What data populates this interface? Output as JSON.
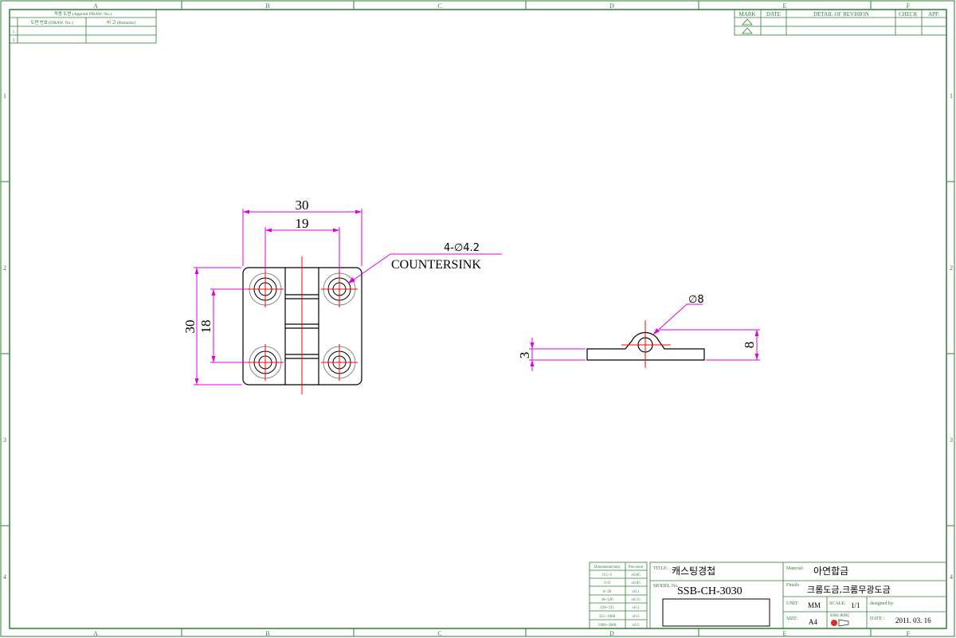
{
  "zones": {
    "cols": [
      "A",
      "B",
      "C",
      "D",
      "E",
      "F"
    ],
    "rows": [
      "1",
      "2",
      "3",
      "4"
    ]
  },
  "applied_table": {
    "header": "적용 도면 (Applied DRAW. No.)",
    "col_draw_no": "도면 번호 (DRAW. No.)",
    "col_remarks": "비 고 (Remarks)",
    "row_numbers": [
      "1",
      "2"
    ]
  },
  "revision_table": {
    "headers": [
      "MARK",
      "DATE",
      "DETAIL OF REVISION",
      "CHECK",
      "APP."
    ]
  },
  "drawing": {
    "front": {
      "dim_width_overall": "30",
      "dim_width_holes": "19",
      "dim_height_overall": "30",
      "dim_height_holes": "18",
      "hole_note_line1": "4-∅4.2",
      "hole_note_line2": "COUNTERSINK"
    },
    "side": {
      "dim_pin": "∅8",
      "dim_thickness": "3",
      "dim_height": "8"
    }
  },
  "tolerance_table": {
    "header_dimension": "Dimension(mm)",
    "header_precision": "Precision",
    "rows": [
      {
        "range": "0.5~3",
        "tol": "±0.05"
      },
      {
        "range": "3~6",
        "tol": "±0.05"
      },
      {
        "range": "6~30",
        "tol": "±0.1"
      },
      {
        "range": "30~120",
        "tol": "±0.15"
      },
      {
        "range": "120~315",
        "tol": "±0.2"
      },
      {
        "range": "315~1000",
        "tol": "±0.3"
      },
      {
        "range": "1000~2000",
        "tol": "±0.5"
      }
    ]
  },
  "title_block": {
    "title_label": "TITLE:",
    "title_value": "캐스팅경첩",
    "model_label": "MODEL No.",
    "model_value": "SSB-CH-3030",
    "material_label": "Material:",
    "material_value": "아연합금",
    "finish_label": "Finish:",
    "finish_value": "크롬도금,크롬무광도금",
    "unit_label": "UNIT:",
    "unit_value": "MM",
    "scale_label": "SCALE:",
    "scale_value": "1/1",
    "designed_label": "designed by:",
    "size_label": "SIZE:",
    "size_value": "A4",
    "logo_text": "SUNG BONG",
    "date_label": "DATE :",
    "date_value": "2011. 03. 16"
  },
  "colors": {
    "frame": "#2e7d32",
    "outline": "#000000",
    "dimension": "#e000e0",
    "centerline": "#ff0000"
  }
}
